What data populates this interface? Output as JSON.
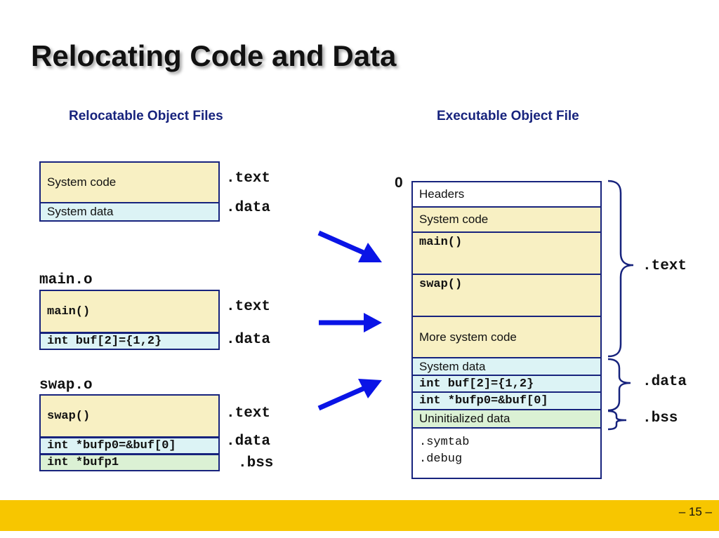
{
  "title": "Relocating Code and Data",
  "left_heading": "Relocatable Object Files",
  "right_heading": "Executable Object File",
  "system_object": {
    "boxes": [
      "System code",
      "System data"
    ],
    "labels": [
      ".text",
      ".data"
    ]
  },
  "main_o": {
    "name": "main.o",
    "boxes": [
      "main()",
      "int buf[2]={1,2}"
    ],
    "labels": [
      ".text",
      ".data"
    ]
  },
  "swap_o": {
    "name": "swap.o",
    "boxes": [
      "swap()",
      "int *bufp0=&buf[0]",
      "int *bufp1"
    ],
    "labels": [
      ".text",
      ".data",
      ".bss"
    ]
  },
  "executable": {
    "start_address": "0",
    "sections": [
      "Headers",
      "System code",
      "main()",
      "swap()",
      "More system code",
      "System data",
      "int buf[2]={1,2}",
      "int *bufp0=&buf[0]",
      "Uninitialized data",
      ".symtab",
      ".debug"
    ],
    "brace_labels": [
      ".text",
      ".data",
      ".bss"
    ]
  },
  "colors": {
    "heading_blue": "#17237d",
    "arrow_blue": "#0a14e6",
    "code_yellow": "#f8f0c3",
    "data_cyan": "#dcf3f5",
    "bss_green": "#dbf1d4",
    "footer_gold": "#f7c600"
  },
  "page_number": "– 15 –"
}
